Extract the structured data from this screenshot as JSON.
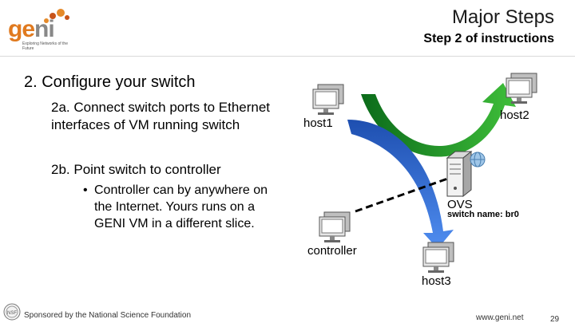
{
  "header": {
    "logo_word": "geni",
    "logo_tagline": "Exploring Networks of the Future",
    "title": "Major Steps",
    "subtitle": "Step 2 of instructions"
  },
  "content": {
    "heading": "2. Configure your switch",
    "step_a": "2a. Connect switch ports to Ethernet interfaces of VM running switch",
    "step_b": "2b. Point switch to controller",
    "note": "Controller can by anywhere on the Internet.  Yours runs on a GENI VM in a different slice."
  },
  "diagram": {
    "host1": "host1",
    "host2": "host2",
    "switch": "OVS",
    "switch_name": "switch name: br0",
    "controller": "controller",
    "host3": "host3",
    "colors": {
      "arrow_green": "#1a8a2a",
      "arrow_blue": "#2f6fd6"
    }
  },
  "footer": {
    "sponsor": "Sponsored by the National Science Foundation",
    "url": "www.geni.net",
    "page": "29"
  }
}
